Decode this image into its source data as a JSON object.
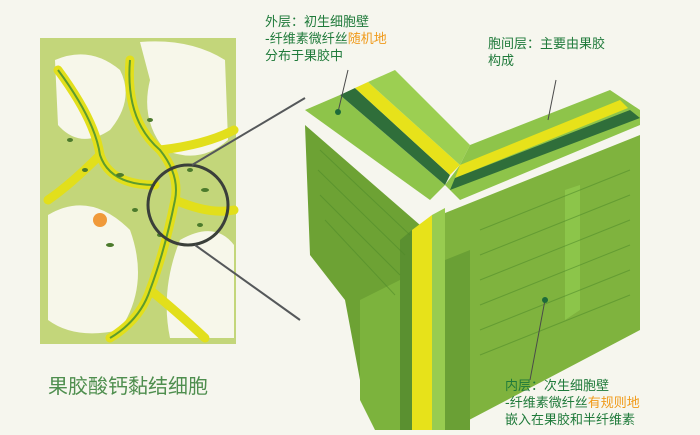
{
  "labels": {
    "outer": {
      "line1": "外层：初生细胞壁",
      "line2_pre": "-纤维素微纤丝",
      "line2_hl": "随机地",
      "line3": "分布于果胶中"
    },
    "middle": {
      "line1": "胞间层：主要由果胶",
      "line2": "构成"
    },
    "inner": {
      "line1": "内层：次生细胞壁",
      "line2_pre": "-纤维素微纤丝",
      "line2_hl": "有规则地",
      "line3": "嵌入在果胶和半纤维素"
    }
  },
  "caption": "果胶酸钙黏结细胞",
  "colors": {
    "cell_wall_yellow": "#e9e317",
    "pectin_green": "#b4ce64",
    "dark_green": "#4f8a2a",
    "light_green": "#8fc14a",
    "label_green": "#1f7a3a",
    "highlight_orange": "#f09a1a",
    "background": "#f6f6ee"
  }
}
